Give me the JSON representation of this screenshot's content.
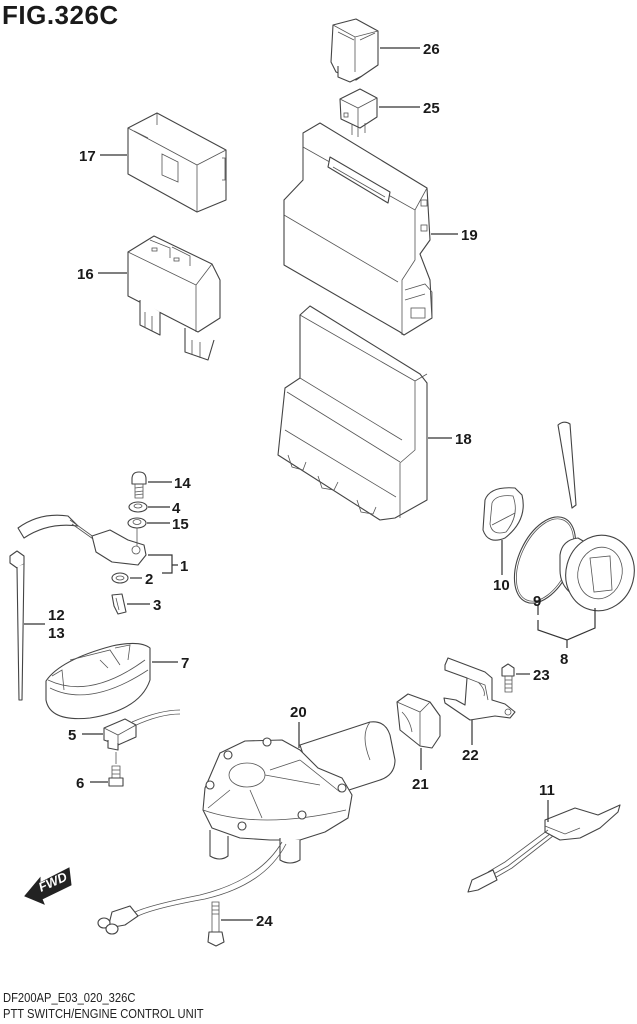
{
  "figure": {
    "title": "FIG.326C",
    "code": "DF200AP_E03_020_326C",
    "name": "PTT SWITCH/ENGINE CONTROL UNIT",
    "direction_badge": "FWD"
  },
  "callouts": {
    "c1": "1",
    "c2": "2",
    "c3": "3",
    "c4": "4",
    "c5": "5",
    "c6": "6",
    "c7": "7",
    "c8": "8",
    "c9": "9",
    "c10": "10",
    "c11": "11",
    "c12": "12",
    "c13": "13",
    "c14": "14",
    "c15": "15",
    "c16": "16",
    "c17": "17",
    "c18": "18",
    "c19": "19",
    "c20": "20",
    "c21": "21",
    "c22": "22",
    "c23": "23",
    "c24": "24",
    "c25": "25",
    "c26": "26"
  },
  "icons": {
    "fwd": "fwd-arrow-icon"
  }
}
